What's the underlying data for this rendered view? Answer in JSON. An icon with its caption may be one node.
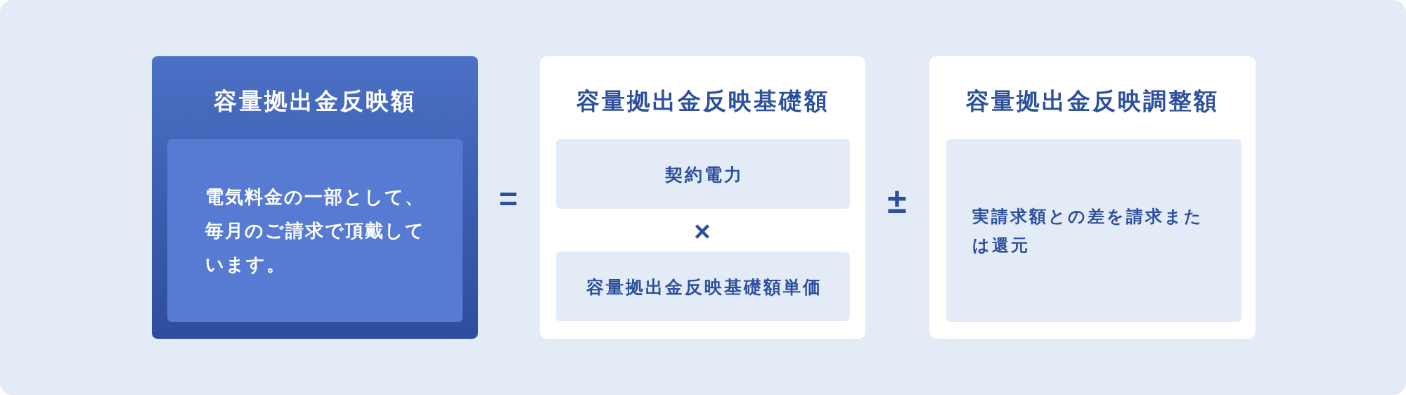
{
  "diagram": {
    "nodes": [
      {
        "text": [
          "容量拠出金反映額"
        ]
      },
      {
        "text": [
          "電気料金の一部として、毎月のご請求で頂戴しています。"
        ],
        "in": 0
      },
      {
        "text": [
          "容量拠出金反映基礎額"
        ]
      },
      {
        "text": [
          "契約電力"
        ],
        "in": 2
      },
      {
        "text": [
          "容量拠出金反映基礎額単価"
        ],
        "in": 2
      },
      {
        "text": [
          "容量拠出金反映調整額"
        ]
      },
      {
        "text": [
          "実請求額との差を請求または還元"
        ],
        "in": 5
      }
    ],
    "labels": [
      "=",
      "×",
      "±"
    ]
  }
}
